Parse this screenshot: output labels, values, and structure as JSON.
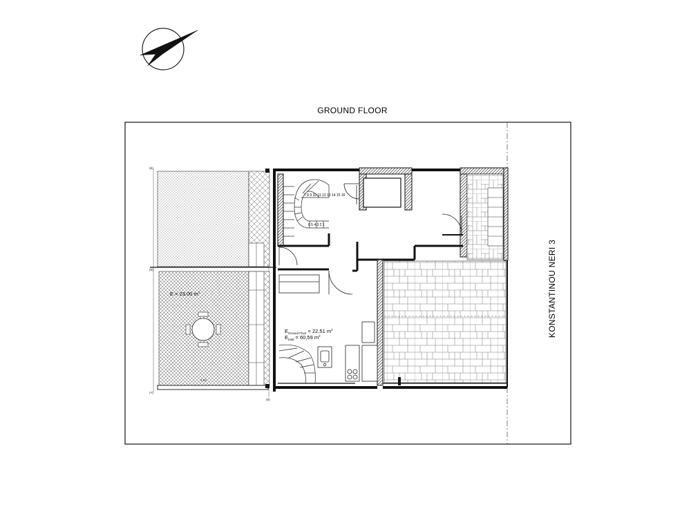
{
  "plan": {
    "title": "GROUND FLOOR",
    "street_label": "KONSTANTINOU NERI 3",
    "yard_area": "E = 23.00 m",
    "yard_area_sup": "2",
    "ground_floor_area_prefix": "E",
    "ground_floor_area_sub": "Ground Floor",
    "ground_floor_area_value": "= 22,51 m",
    "ground_floor_area_sup": "2",
    "total_area_prefix": "E",
    "total_area_sub": "total",
    "total_area_value": "= 60,59 m",
    "total_area_sup": "2",
    "yard_dimension": "3.65",
    "stair_numbers_top": "7 8 9 10 11 12 13 14 15 16",
    "stair_numbers_bottom": "6 5 4 3 2 1",
    "grid_marks": [
      "(B)",
      "(B)",
      "(A)",
      "(B)"
    ],
    "north_arrow_icon": "north-arrow-icon"
  }
}
